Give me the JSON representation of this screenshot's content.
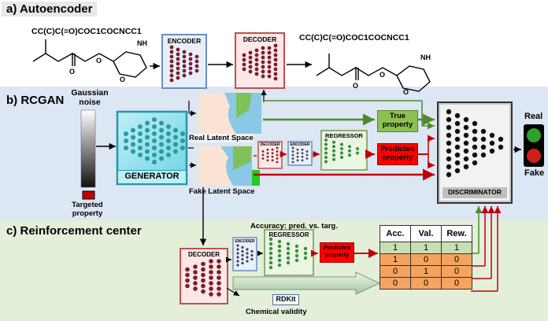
{
  "sections": {
    "a": "a) Autoencoder",
    "b": "b) RCGAN",
    "c": "c) Reinforcement center"
  },
  "smiles_input": "CC(C)C(=O)COC1COCNCC1",
  "smiles_output": "CC(C)C(=O)COC1COCNCC1",
  "encoder_label": "ENCODER",
  "decoder_label": "DECODER",
  "gaussian_noise": "Gaussian\nnoise",
  "targeted_property": "Targeted\nproperty",
  "generator_label": "GENERATOR",
  "real_latent_space": "Real Latent Space",
  "fake_latent_space": "Fake Latent Space",
  "small_decoder": "DECODER",
  "small_encoder": "ENCODER",
  "regressor_label": "REGRESSOR",
  "true_property": "True\nproperty",
  "predicted_property": "Predicted\nproperty",
  "discriminator_label": "DISCRIMINATOR",
  "real_label": "Real",
  "fake_label": "Fake",
  "accuracy_label": "Accuracy: pred. vs. targ.",
  "c_decoder": "DECODER",
  "c_encoder": "ENCODER",
  "c_regressor": "REGRESSOR",
  "c_predicted_property": "Predicted\nproperty",
  "rdkit_label": "RDKit",
  "chemical_validity": "Chemical validity",
  "reward_table": {
    "headers": [
      "Acc.",
      "Val.",
      "Rew."
    ],
    "rows": [
      [
        "1",
        "1",
        "1"
      ],
      [
        "1",
        "0",
        "0"
      ],
      [
        "0",
        "1",
        "0"
      ],
      [
        "0",
        "0",
        "0"
      ]
    ]
  },
  "colors": {
    "band_b": "#dde6f3",
    "band_c": "#e4efda",
    "green_arrow": "#4e8a2c",
    "red_arrow": "#c00000",
    "row_first": "#c6e0b4",
    "row_other": "#f4a460",
    "true_box": "#8cc152",
    "pred_box": "#ff0000"
  }
}
